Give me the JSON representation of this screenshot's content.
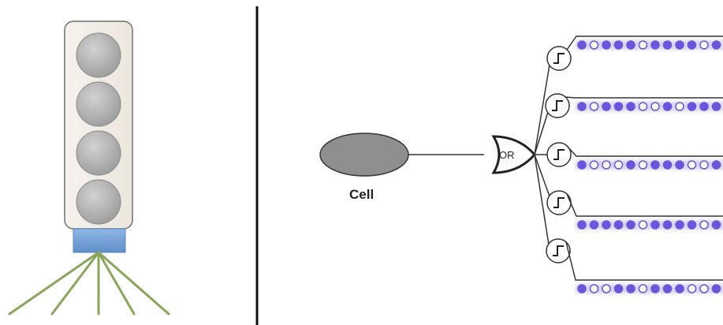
{
  "diagram": {
    "cell_label": "Cell",
    "or_gate_label": "OR",
    "colors": {
      "column_body": "#f3efe9",
      "column_border": "#6f6f6f",
      "cell_sphere": "#b9b9b9",
      "base_block": "#7aa3d6",
      "dendrite": "#8aa65c",
      "separator": "#111111",
      "cell_ellipse": "#8f8f8f",
      "synapse_active": "#6a56d8",
      "synapse_inactive": "#ffffff",
      "wire": "#333333"
    },
    "column": {
      "cell_count": 4,
      "dendrite_count": 5
    },
    "segments": [
      {
        "pattern": "●○●●●○●●●●○●"
      },
      {
        "pattern": "●○●●●○○●○●●●"
      },
      {
        "pattern": "●○○○●○●●●○○●"
      },
      {
        "pattern": "●●●●●○●●●●○●"
      },
      {
        "pattern": "●○○●●○●●●○○●"
      }
    ]
  }
}
